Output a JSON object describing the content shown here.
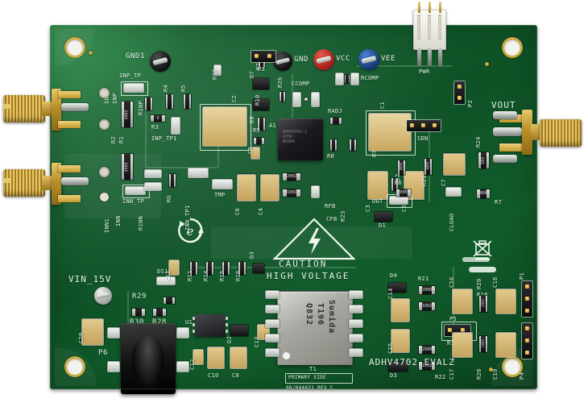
{
  "board": {
    "product_label": "ADHV4702 EVALZ",
    "primary_side_label": "PRIMARY SIDE",
    "assembly_number": "08/044831 REV C",
    "caution_line1": "CAUTION",
    "caution_line2": "HIGH VOLTAGE",
    "transformer_marking": [
      "Sumida",
      "T196",
      "Q832"
    ],
    "colors": {
      "soldermask": "#0e5226",
      "silkscreen": "#e8f2e8",
      "gold": "#c8a93e",
      "vcc_red": "#cf2b25",
      "vee_blue": "#1b4f9c",
      "gnd_black": "#1a1a1a"
    }
  },
  "net_labels": {
    "gnd1": "GND1",
    "gnd": "GND",
    "vcc": "VCC",
    "vee": "VEE",
    "vout": "VOUT",
    "vin": "VIN_15V",
    "pwr": "PWR",
    "sdn": "SDN",
    "out": "OUT",
    "tmp": "TMP",
    "cload": "CLOAD",
    "ccomp": "CCOMP",
    "rcomp": "RCOMP",
    "radj": "RADJ",
    "rtemp": "RTEMP",
    "rfb": "RFB",
    "cfb": "CFB",
    "rg": "RG",
    "inp": "INP",
    "inp1": "INP1",
    "inn": "INN",
    "inn1": "INN1",
    "inp_tp": "INP_TP",
    "inp_tp1": "INP_TP1",
    "inn_tp": "INN_TP",
    "inn_tp1": "INN_TP1",
    "r1np": "R1NP",
    "r1nn": "R1NN",
    "a1": "A1",
    "t1": "T1",
    "u1": "U1",
    "ds1": "DS1"
  },
  "designators": {
    "resistors": [
      "R1",
      "R2",
      "R3",
      "R4",
      "R5",
      "R6",
      "R7",
      "R8",
      "R9",
      "R10",
      "R11",
      "R12",
      "R13",
      "R14",
      "R15",
      "R17",
      "R18",
      "R19",
      "R20",
      "R21",
      "R22",
      "R23",
      "R24",
      "R25",
      "R26",
      "R27",
      "R28",
      "R29",
      "R30"
    ],
    "capacitors": [
      "C1",
      "C2",
      "C3",
      "C4",
      "C5",
      "C6",
      "C7",
      "C8",
      "C9",
      "C10",
      "C11",
      "C12",
      "C13",
      "C14",
      "C15",
      "C16",
      "C17",
      "C18",
      "C19",
      "C20"
    ],
    "diodes": [
      "D1",
      "D2",
      "D3",
      "D4",
      "D5",
      "D7",
      "D8"
    ],
    "headers": [
      "P1",
      "P2",
      "P3",
      "P4",
      "P5",
      "P6"
    ]
  },
  "component_codes": {
    "r1": "49R9",
    "r2": "49R9",
    "r3": "0",
    "r25": "103",
    "r7": "000",
    "r6": "000",
    "r11": "49R9",
    "r19": "2003",
    "r20": "2003",
    "r21": "2000",
    "r17": "1002",
    "r18": "2000",
    "r22": "1002",
    "rfb": "2002",
    "cfb": "1001",
    "r10": "101",
    "r12": "4990"
  }
}
